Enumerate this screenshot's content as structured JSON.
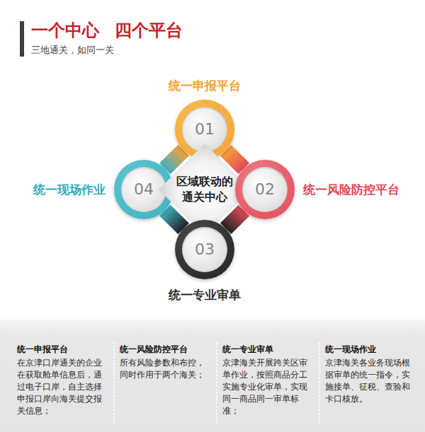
{
  "diagram": {
    "title": "一个中心 四个平台",
    "nodes": [
      {
        "text": [
          "统一申报平台",
          "01"
        ]
      },
      {
        "text": [
          "统一现场作业",
          "04"
        ]
      },
      {
        "text": [
          "区域联动的 通关中心"
        ]
      },
      {
        "text": [
          "统一风险防控平台",
          "02"
        ]
      },
      {
        "text": [
          "统一专业审单",
          "03"
        ]
      },
      {
        "text": [
          "统一申报平台",
          "在京津口岸通关的企业在获取舱单信息后，通过电子口岸，自主选择申报口岸向海关提交报关信息；"
        ]
      },
      {
        "text": [
          "统一风险防控平台",
          "所有风险参数和布控，同时作用于两个海关；"
        ]
      },
      {
        "text": [
          "统一专业审单",
          "京津海关开展跨关区审单作业，按照商品分工实施专业化审单，实现同一商品同一审单标准；"
        ]
      },
      {
        "text": [
          "统一现场作业",
          "京津海关各业务现场根据审单的统一指令，实施接单、征税、查验和卡口核放。"
        ]
      }
    ],
    "edges": [
      {
        "from": 0,
        "to": 3,
        "arrow": "none"
      },
      {
        "from": 3,
        "to": 4,
        "arrow": "none"
      },
      {
        "from": 4,
        "to": 1,
        "arrow": "none"
      },
      {
        "from": 1,
        "to": 0,
        "arrow": "none"
      }
    ],
    "labels": [
      "三地通关，如同一关"
    ]
  }
}
